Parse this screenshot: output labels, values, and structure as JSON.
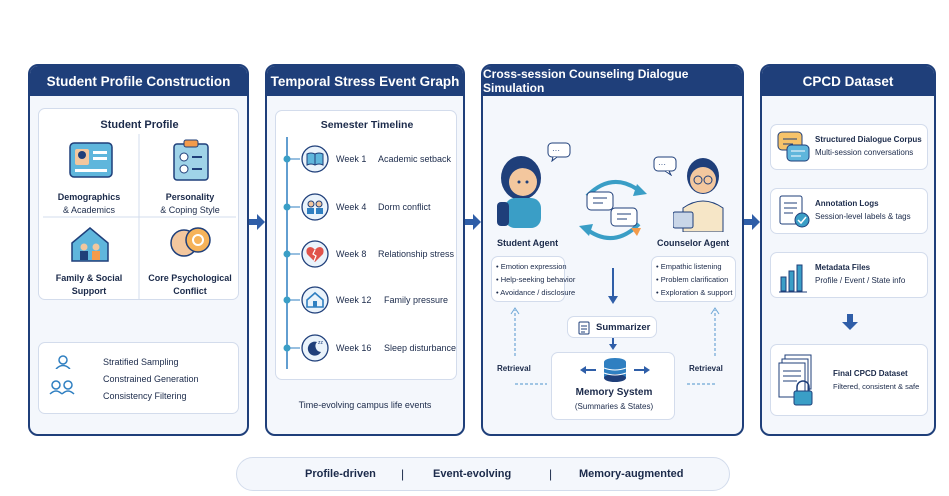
{
  "panels": {
    "p1": {
      "title": "Student Profile Construction",
      "subtitle": "Student Profile",
      "cards": [
        {
          "line1": "Demographics",
          "line2": "& Academics"
        },
        {
          "line1": "Personality",
          "line2": "& Coping Style"
        },
        {
          "line1": "Family & Social",
          "line2": "Support"
        },
        {
          "line1": "Core Psychological",
          "line2": "Conflict"
        }
      ],
      "methods": [
        "Stratified Sampling",
        "Constrained Generation",
        "Consistency Filtering"
      ]
    },
    "p2": {
      "title": "Temporal Stress Event Graph",
      "subtitle": "Semester Timeline",
      "events": [
        {
          "week": "Week 1",
          "label": "Academic setback"
        },
        {
          "week": "Week 4",
          "label": "Dorm conflict"
        },
        {
          "week": "Week 8",
          "label": "Relationship stress"
        },
        {
          "week": "Week 12",
          "label": "Family pressure"
        },
        {
          "week": "Week 16",
          "label": "Sleep disturbance"
        }
      ],
      "footer": "Time-evolving campus life events"
    },
    "p3": {
      "title": "Cross-session Counseling Dialogue Simulation",
      "student_label": "Student Agent",
      "counselor_label": "Counselor Agent",
      "student_items": [
        "• Emotion expression",
        "• Help-seeking behavior",
        "• Avoidance / disclosure"
      ],
      "counselor_items": [
        "• Empathic listening",
        "• Problem clarification",
        "• Exploration & support"
      ],
      "summarizer": "Summarizer",
      "retrieval_left": "Retrieval",
      "retrieval_right": "Retrieval",
      "memory_title": "Memory System",
      "memory_sub": "(Summaries & States)"
    },
    "p4": {
      "title": "CPCD Dataset",
      "items": [
        {
          "title": "Structured Dialogue Corpus",
          "sub": "Multi-session conversations"
        },
        {
          "title": "Annotation Logs",
          "sub": "Session-level labels & tags"
        },
        {
          "title": "Metadata Files",
          "sub": "Profile / Event / State info"
        }
      ],
      "final_title": "Final CPCD Dataset",
      "final_sub": "Filtered, consistent & safe"
    }
  },
  "footer": {
    "items": [
      "Profile-driven",
      "Event-evolving",
      "Memory-augmented"
    ],
    "separator": "|"
  },
  "colors": {
    "navy": "#1f3f7a",
    "accent": "#2f7fc1",
    "teal": "#3a9ec6",
    "light": "#f4f7fc"
  }
}
